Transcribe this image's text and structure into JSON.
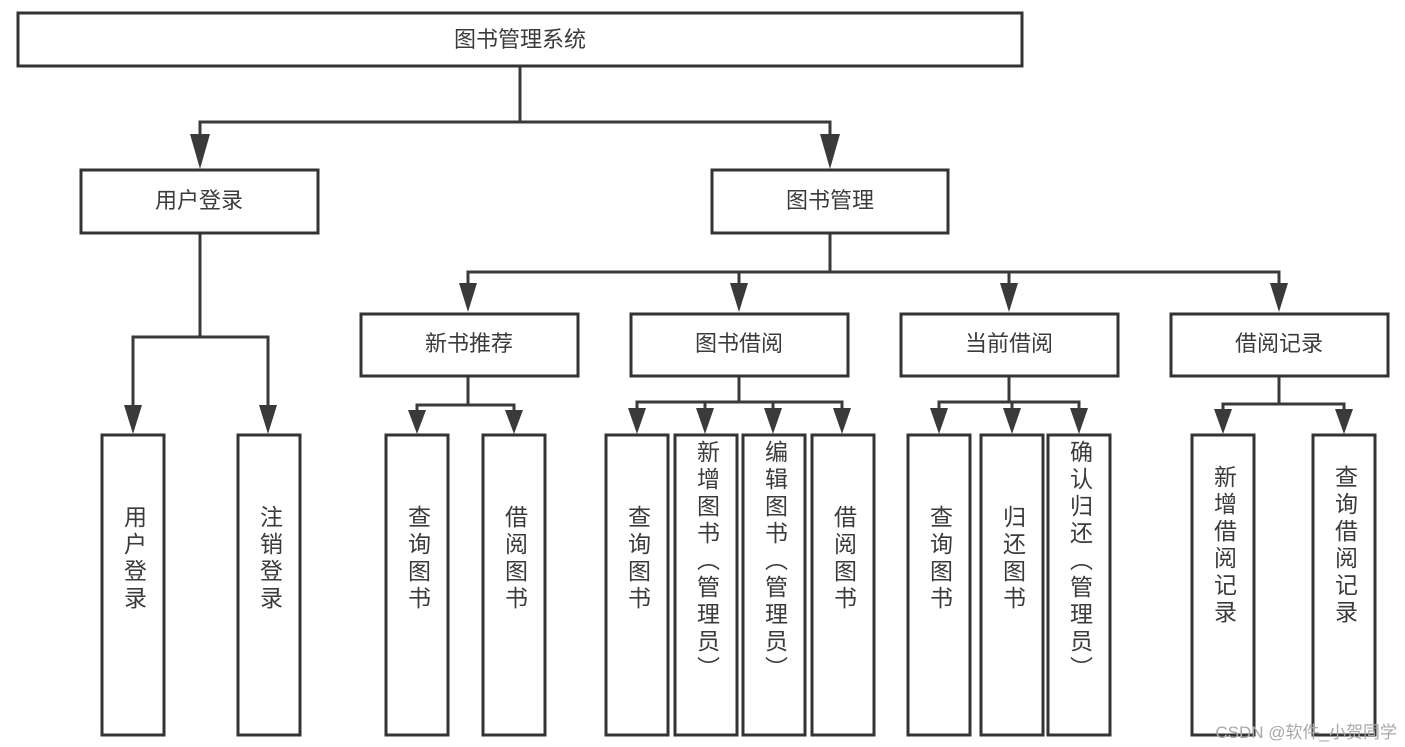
{
  "diagram": {
    "title": "图书管理系统",
    "type": "tree-hierarchy-chart",
    "watermark": "CSDN @软件_小贺同学",
    "colors": {
      "box_stroke": "#333333",
      "box_fill": "#ffffff",
      "connector": "#3a3a3a",
      "text": "#3b3b3b",
      "watermark": "#a8a8a8",
      "background": "#ffffff"
    },
    "root": {
      "label": "图书管理系统"
    },
    "level2": [
      {
        "id": "user-login",
        "label": "用户登录"
      },
      {
        "id": "book-management",
        "label": "图书管理"
      }
    ],
    "level3": [
      {
        "id": "new-book-recommend",
        "label": "新书推荐",
        "parent": "book-management"
      },
      {
        "id": "book-borrow",
        "label": "图书借阅",
        "parent": "book-management"
      },
      {
        "id": "current-borrow",
        "label": "当前借阅",
        "parent": "book-management"
      },
      {
        "id": "borrow-record",
        "label": "借阅记录",
        "parent": "book-management"
      }
    ],
    "leaves": [
      {
        "id": "leaf-user-login",
        "label": "用户登录",
        "parent": "user-login"
      },
      {
        "id": "leaf-logout-login",
        "label": "注销登录",
        "parent": "user-login"
      },
      {
        "id": "leaf-query-book-1",
        "label": "查询图书",
        "parent": "new-book-recommend"
      },
      {
        "id": "leaf-borrow-book-1",
        "label": "借阅图书",
        "parent": "new-book-recommend"
      },
      {
        "id": "leaf-query-book-2",
        "label": "查询图书",
        "parent": "book-borrow"
      },
      {
        "id": "leaf-add-book-admin",
        "label": "新增图书（管理员）",
        "parent": "book-borrow"
      },
      {
        "id": "leaf-edit-book-admin",
        "label": "编辑图书（管理员）",
        "parent": "book-borrow"
      },
      {
        "id": "leaf-borrow-book-2",
        "label": "借阅图书",
        "parent": "book-borrow"
      },
      {
        "id": "leaf-query-book-3",
        "label": "查询图书",
        "parent": "current-borrow"
      },
      {
        "id": "leaf-return-book",
        "label": "归还图书",
        "parent": "current-borrow"
      },
      {
        "id": "leaf-confirm-return-admin",
        "label": "确认归还（管理员）",
        "parent": "current-borrow"
      },
      {
        "id": "leaf-add-borrow-record",
        "label": "新增借阅记录",
        "parent": "borrow-record"
      },
      {
        "id": "leaf-query-borrow-record",
        "label": "查询借阅记录",
        "parent": "borrow-record"
      }
    ]
  }
}
